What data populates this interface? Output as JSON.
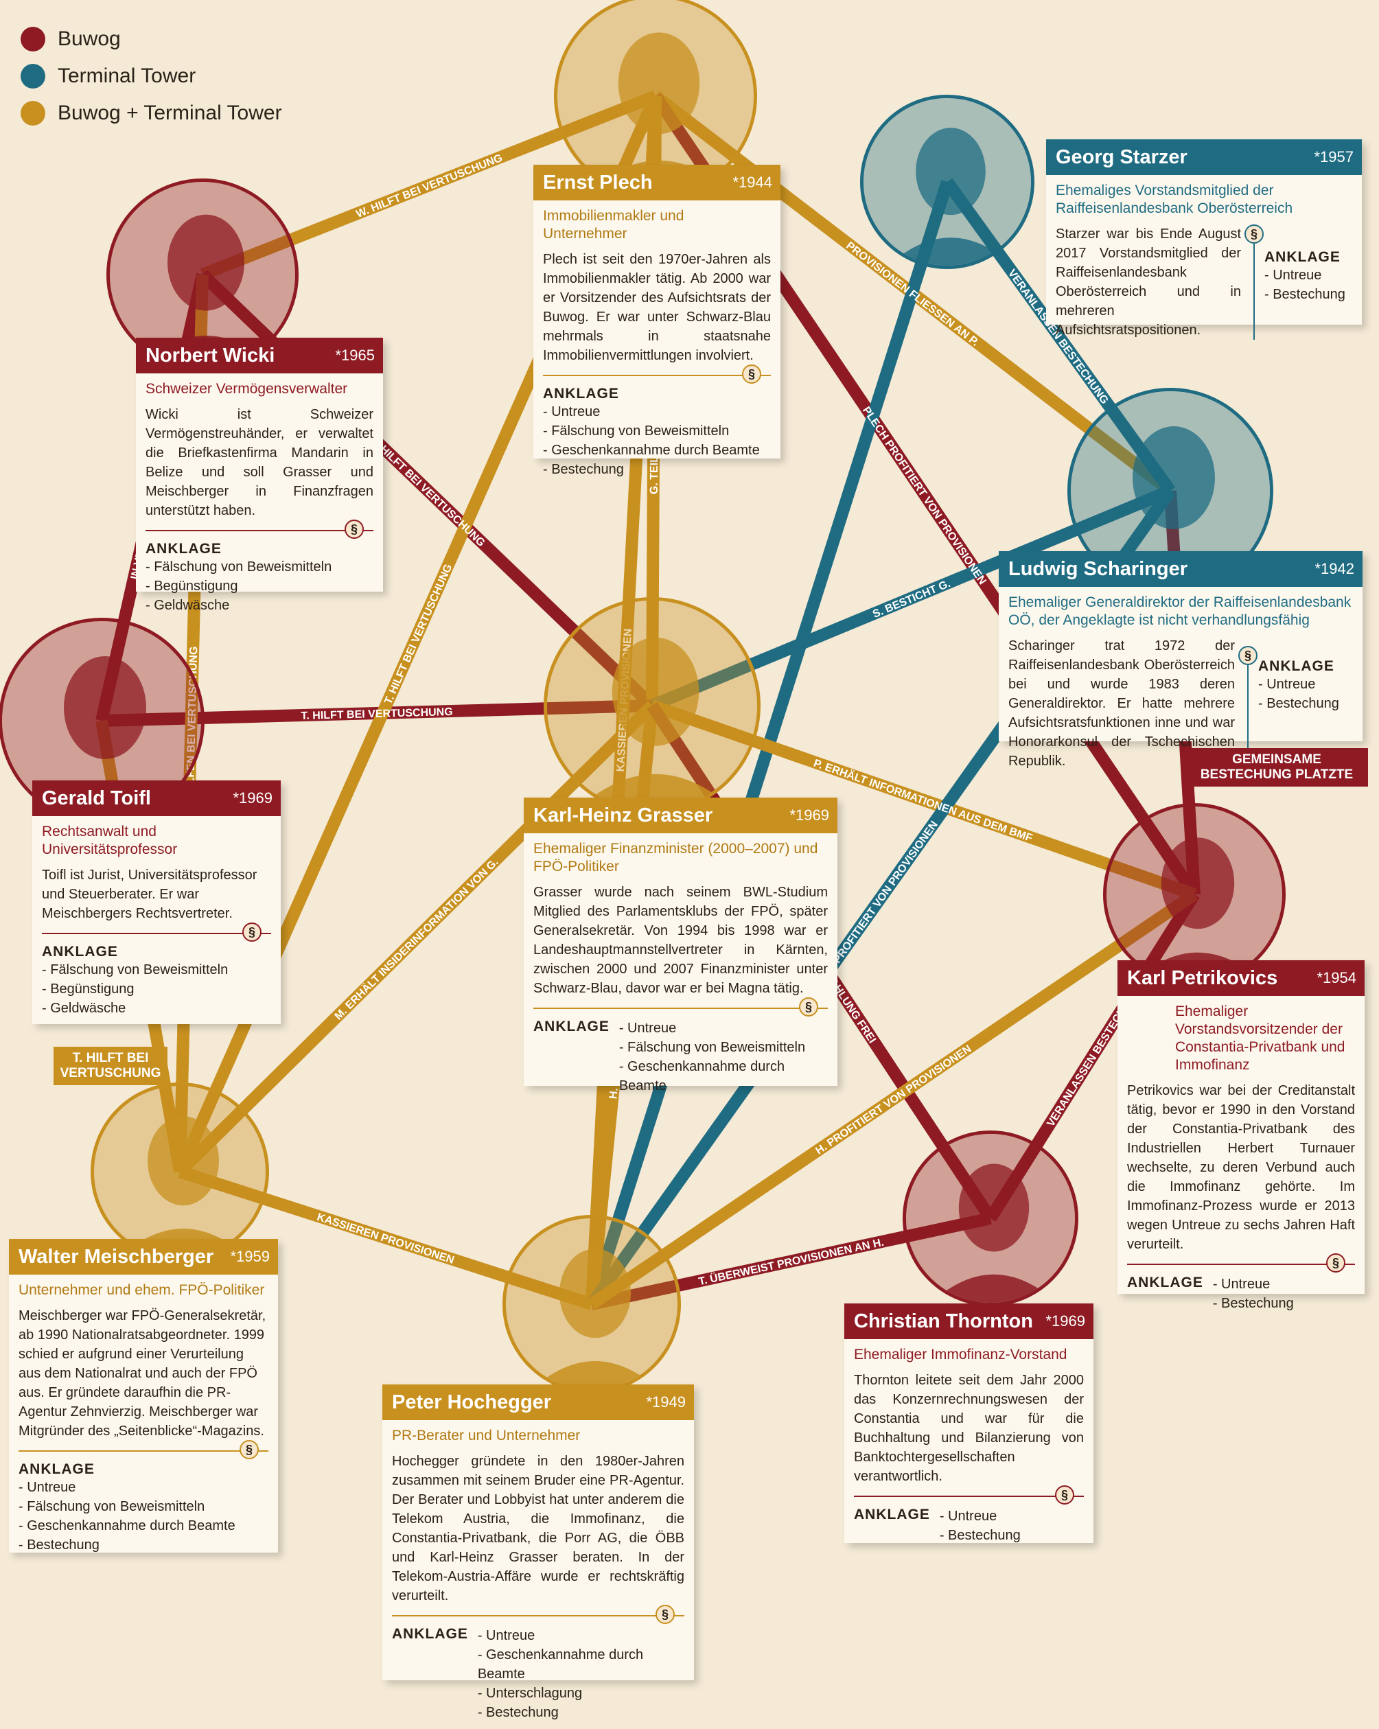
{
  "colors": {
    "buwog": "#8e1b23",
    "terminal": "#1f6c82",
    "both": "#c8901f",
    "background": "#f5ead6"
  },
  "legend": [
    {
      "label": "Buwog",
      "color": "#8e1b23"
    },
    {
      "label": "Terminal Tower",
      "color": "#1f6c82"
    },
    {
      "label": "Buwog + Terminal Tower",
      "color": "#c8901f"
    }
  ],
  "section_symbol": "§",
  "persons": {
    "plech": {
      "name": "Ernst Plech",
      "year": "*1944",
      "role": "Immobilienmakler und Unternehmer",
      "desc": "Plech ist seit den 1970er-Jahren als Immobilienmakler tätig. Ab 2000 war er Vorsitzender des Aufsichtsrats der Buwog. Er war unter Schwarz-Blau mehrmals in staatsnahe Immobilienvermittlungen involviert.",
      "charge_title": "ANKLAGE",
      "charges": [
        "- Untreue",
        "- Fälschung von Beweismitteln",
        "- Geschenkannahme durch Beamte",
        "- Bestechung"
      ]
    },
    "starzer": {
      "name": "Georg Starzer",
      "year": "*1957",
      "role": "Ehemaliges Vorstandsmitglied der Raiffeisenlandesbank Oberösterreich",
      "desc": "Starzer war bis Ende August 2017 Vorstandsmitglied der Raiffeisenlandesbank Oberösterreich und in mehreren Aufsichtsratspositionen.",
      "charge_title": "ANKLAGE",
      "charges": [
        "- Untreue",
        "- Bestechung"
      ]
    },
    "wicki": {
      "name": "Norbert Wicki",
      "year": "*1965",
      "role": "Schweizer Vermögensverwalter",
      "desc": "Wicki ist Schweizer Vermögenstreuhänder, er verwaltet die Briefkastenfirma Mandarin in Belize und soll Grasser und Meischberger in Finanzfragen unterstützt haben.",
      "charge_title": "ANKLAGE",
      "charges": [
        "- Fälschung von Beweismitteln",
        "- Begünstigung",
        "- Geldwäsche"
      ]
    },
    "scharinger": {
      "name": "Ludwig Scharinger",
      "year": "*1942",
      "role": "Ehemaliger Generaldirektor der Raiffeisenlandesbank OÖ, der Angeklagte ist nicht verhandlungsfähig",
      "desc": "Scharinger trat 1972 der Raiffeisenlandesbank Oberösterreich bei und wurde 1983 deren Generaldirektor. Er hatte mehrere Aufsichtsratsfunktionen inne und war Honorarkonsul der Tschechischen Republik.",
      "charge_title": "ANKLAGE",
      "charges": [
        "- Untreue",
        "- Bestechung"
      ]
    },
    "toifl": {
      "name": "Gerald Toifl",
      "year": "*1969",
      "role": "Rechtsanwalt und Universitätsprofessor",
      "desc": "Toifl ist Jurist, Universitätsprofessor und Steuerberater. Er war Meischbergers Rechtsvertreter.",
      "charge_title": "ANKLAGE",
      "charges": [
        "- Fälschung von Beweismitteln",
        "- Begünstigung",
        "- Geldwäsche"
      ]
    },
    "grasser": {
      "name": "Karl-Heinz Grasser",
      "year": "*1969",
      "role": "Ehemaliger Finanzminister (2000–2007) und FPÖ-Politiker",
      "desc": "Grasser wurde nach seinem BWL-Studium Mitglied des Parlamentsklubs der FPÖ, später Generalsekretär. Von 1994 bis 1998 war er Landeshauptmannstellvertreter in Kärnten, zwischen 2000 und 2007 Finanzminister unter Schwarz-Blau, davor war er bei Magna tätig.",
      "charge_title": "ANKLAGE",
      "charges": [
        "- Untreue",
        "- Fälschung von Beweismitteln",
        "- Geschenkannahme durch Beamte"
      ]
    },
    "petrikovics": {
      "name": "Karl Petrikovics",
      "year": "*1954",
      "role": "Ehemaliger Vorstandsvorsitzender der Constantia-Privatbank und Immofinanz",
      "desc": "Petrikovics war bei der Creditanstalt tätig, bevor er 1990 in den Vorstand der Constantia-Privatbank des Industriellen Herbert Turnauer wechselte, zu deren Verbund auch die Immofinanz gehörte. Im Immofinanz-Prozess wurde er 2013 wegen Untreue zu sechs Jahren Haft verurteilt.",
      "charge_title": "ANKLAGE",
      "charges": [
        "- Untreue",
        "- Bestechung"
      ]
    },
    "meischberger": {
      "name": "Walter Meischberger",
      "year": "*1959",
      "role": "Unternehmer und ehem. FPÖ-Politiker",
      "desc": "Meischberger war FPÖ-Generalsekretär, ab 1990 Nationalratsabgeordneter. 1999 schied er aufgrund einer Verurteilung aus dem Nationalrat und auch der FPÖ aus. Er gründete daraufhin die PR-Agentur Zehnvierzig. Meischberger war Mitgründer des „Seitenblicke“-Magazins.",
      "charge_title": "ANKLAGE",
      "charges": [
        "- Untreue",
        "- Fälschung von Beweismitteln",
        "- Geschenkannahme durch Beamte",
        "- Bestechung"
      ]
    },
    "hochegger": {
      "name": "Peter Hochegger",
      "year": "*1949",
      "role": "PR-Berater und Unternehmer",
      "desc": "Hochegger gründete in den 1980er-Jahren zusammen mit seinem Bruder eine PR-Agentur. Der Berater und Lobbyist hat unter anderem die Telekom Austria, die Immofinanz, die Constantia-Privatbank, die Porr AG, die ÖBB und Karl-Heinz Grasser beraten. In der Telekom-Austria-Affäre wurde er rechtskräftig verurteilt.",
      "charge_title": "ANKLAGE",
      "charges": [
        "- Untreue",
        "- Geschenkannahme durch Beamte",
        "- Unterschlagung",
        "- Bestechung"
      ]
    },
    "thornton": {
      "name": "Christian Thornton",
      "year": "*1969",
      "role": "Ehemaliger Immofinanz-Vorstand",
      "desc": "Thornton leitete seit dem Jahr 2000 das Konzernrechnungswesen der Constantia und war für die Buchhaltung und Bilanzierung von Banktochtergesellschaften verantwortlich.",
      "charge_title": "ANKLAGE",
      "charges": [
        "- Untreue",
        "- Bestechung"
      ]
    }
  },
  "relations": [
    {
      "id": "r1",
      "label": "W. HILFT BEI VERTUSCHUNG",
      "color": "both"
    },
    {
      "id": "r2",
      "label": "T. HILFT BEI VERTUSCHUNG",
      "color": "both"
    },
    {
      "id": "r3",
      "label": "PROVISIONEN FLIESSEN AN P.",
      "color": "both"
    },
    {
      "id": "r4",
      "label": "PLECH PROFITIERT VON PROVISIONEN",
      "color": "buwog"
    },
    {
      "id": "r5",
      "label": "VERANLASSEN BESTECHUNG",
      "color": "terminal"
    },
    {
      "id": "r6",
      "label": "IN VERTUSCHUNG INVOLVIERT",
      "color": "buwog"
    },
    {
      "id": "r7",
      "label": "W. HILFT BEI VERTUSCHUNG",
      "color": "buwog"
    },
    {
      "id": "r8",
      "label": "G. TEILT SICH PROVISIONEN MIT P.",
      "color": "both"
    },
    {
      "id": "r9",
      "label": "S. BESTICHT G.",
      "color": "terminal"
    },
    {
      "id": "r10",
      "label": "S. BESTICHT G.",
      "color": "terminal"
    },
    {
      "id": "r11",
      "label": "HALFEN BEI VERTUSCHUNG",
      "color": "both"
    },
    {
      "id": "r12",
      "label": "T. HILFT BEI VERTUSCHUNG",
      "color": "buwog"
    },
    {
      "id": "r13",
      "label": "P. ERHÄLT INFORMATIONEN AUS DEM BMF",
      "color": "both"
    },
    {
      "id": "r14",
      "label": "GEMEINSAME BESTECHUNG PLATZTE",
      "color": "buwog"
    },
    {
      "id": "r15",
      "label": "KASSIEREN PROVISIONEN",
      "color": "both"
    },
    {
      "id": "r16",
      "label": "KASSIEREN PROVISIONEN",
      "color": "both"
    },
    {
      "id": "r17",
      "label": "H. PROFITIERT VON PROVISIONEN",
      "color": "terminal"
    },
    {
      "id": "r18",
      "label": "M. ERHÄLT INSIDERINFORMATION VON G.",
      "color": "both"
    },
    {
      "id": "r19",
      "label": "T. GIBT PROVISIONSZAHLUNG FREI",
      "color": "buwog"
    },
    {
      "id": "r20",
      "label": "VERANLASSEN BESTECHUNG",
      "color": "buwog"
    },
    {
      "id": "r21",
      "label": "T. HILFT BEI VERTUSCHUNG",
      "color": "both"
    },
    {
      "id": "r22",
      "label": "H. TEILT SICH PROVISIONEN MIT G.",
      "color": "both"
    },
    {
      "id": "r23",
      "label": "KASSIEREN PROVISIONEN",
      "color": "both"
    },
    {
      "id": "r24",
      "label": "H. PROFITIERT VON PROVISIONEN",
      "color": "both"
    },
    {
      "id": "r25",
      "label": "T. ÜBERWEIST PROVISIONEN AN H.",
      "color": "buwog"
    }
  ]
}
